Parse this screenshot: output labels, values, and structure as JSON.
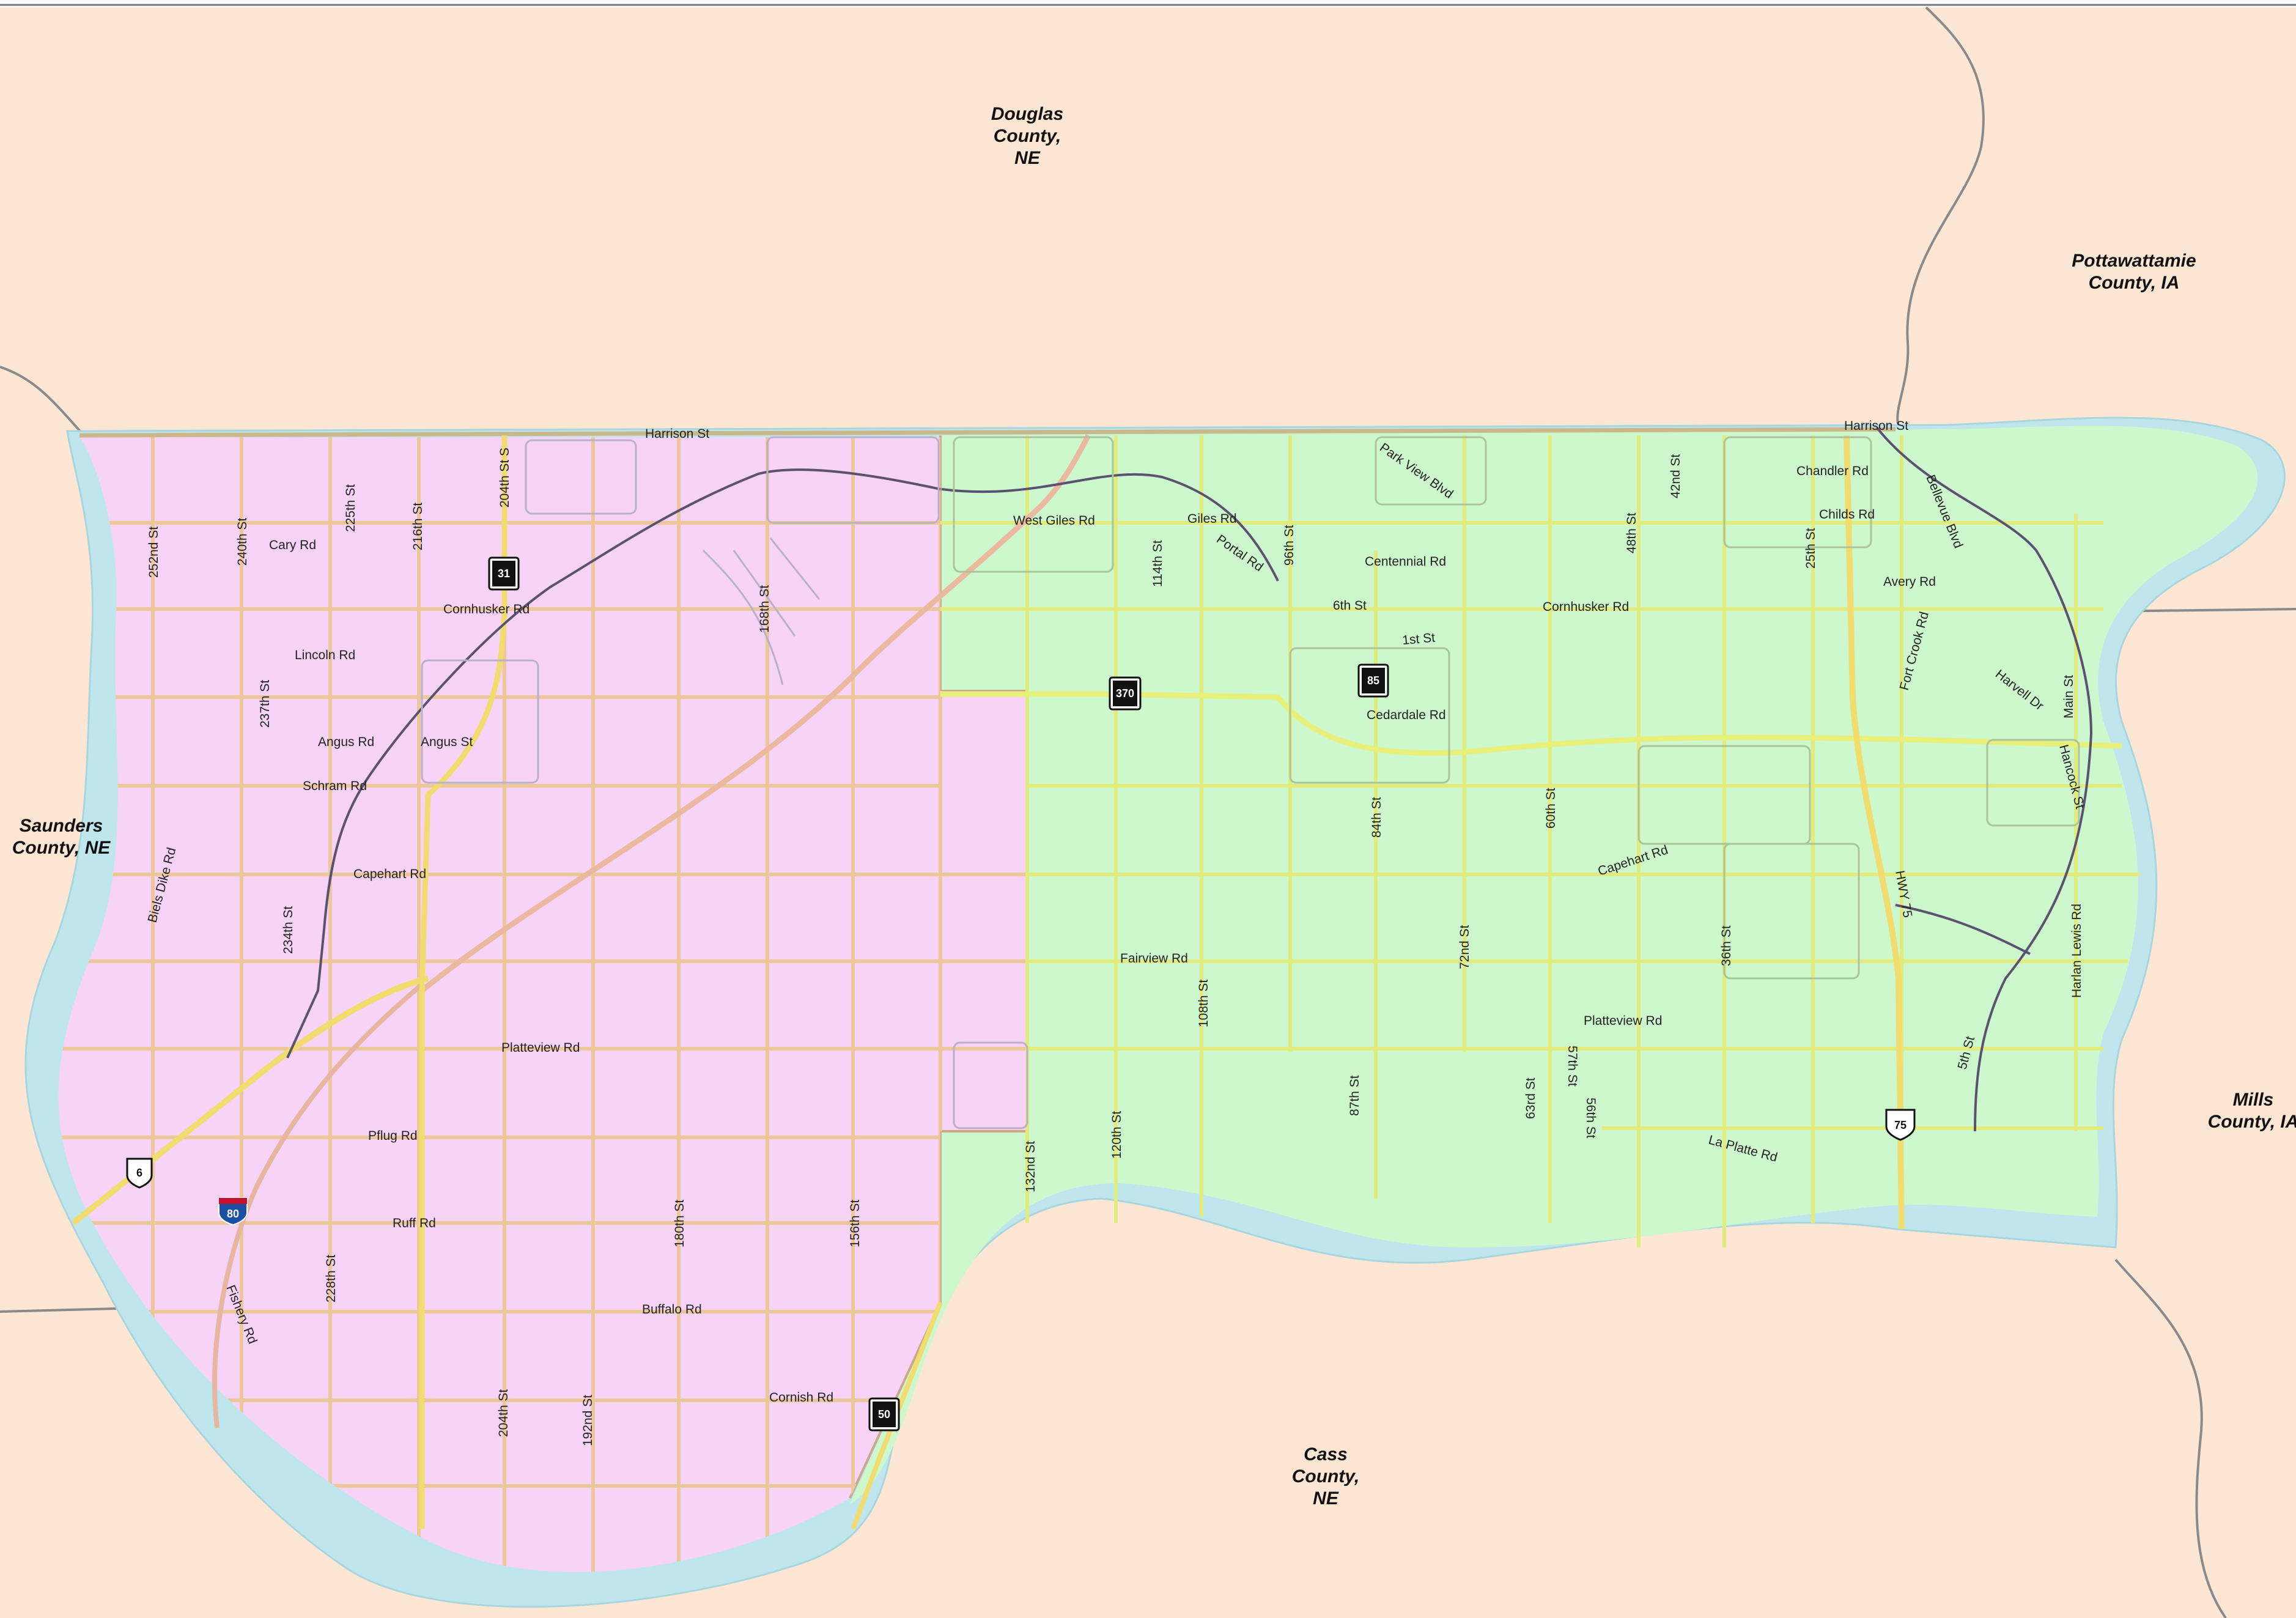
{
  "counties": [
    {
      "id": "douglas",
      "lines": [
        "Douglas",
        "County,",
        "NE"
      ]
    },
    {
      "id": "pottawattamie",
      "lines": [
        "Pottawattamie",
        "County, IA"
      ]
    },
    {
      "id": "saunders",
      "lines": [
        "Saunders",
        "County, NE"
      ]
    },
    {
      "id": "mills",
      "lines": [
        "Mills",
        "County, IA"
      ]
    },
    {
      "id": "cass",
      "lines": [
        "Cass",
        "County,",
        "NE"
      ]
    }
  ],
  "roads_horizontal": [
    "Harrison St",
    "Cary Rd",
    "Cornhusker Rd",
    "Lincoln Rd",
    "Angus Rd",
    "Angus St",
    "Schram Rd",
    "Capehart Rd",
    "Platteview Rd",
    "Pflug Rd",
    "Ruff Rd",
    "Buffalo Rd",
    "Cornish Rd",
    "West Giles Rd",
    "Giles Rd",
    "Centennial Rd",
    "6th St",
    "1st St",
    "Cedardale Rd",
    "Fairview Rd",
    "La Platte Rd",
    "Chandler Rd",
    "Childs Rd",
    "Avery Rd"
  ],
  "roads_vertical": [
    "252nd St",
    "240th St",
    "225th St",
    "216th St",
    "204th St S",
    "168th St",
    "237th St",
    "234th St",
    "228th St",
    "204th St",
    "192nd St",
    "180th St",
    "156th St",
    "132nd St",
    "120th St",
    "108th St",
    "114th St",
    "96th St",
    "87th St",
    "84th St",
    "72nd St",
    "63rd St",
    "60th St",
    "57th St",
    "56th St",
    "48th St",
    "42nd St",
    "36th St",
    "25th St",
    "Main St"
  ],
  "roads_diagonal": [
    "Biels Dike Rd",
    "Fishery Rd",
    "Portal Rd",
    "Park View Blvd",
    "Bellevue Blvd",
    "Fort Crook Rd",
    "Harvell Dr",
    "Hancock St",
    "Harlan Lewis Rd",
    "HWY 75",
    "5th St"
  ],
  "shields": [
    {
      "id": "ne31",
      "number": "31",
      "kind": "state"
    },
    {
      "id": "ne370",
      "number": "370",
      "kind": "state"
    },
    {
      "id": "ne85",
      "number": "85",
      "kind": "state"
    },
    {
      "id": "ne50",
      "number": "50",
      "kind": "state"
    },
    {
      "id": "us6",
      "number": "6",
      "kind": "us"
    },
    {
      "id": "us75",
      "number": "75",
      "kind": "us"
    },
    {
      "id": "i80",
      "number": "80",
      "kind": "interstate"
    }
  ],
  "colors": {
    "outside": "#fde7d4",
    "west_zone": "#f7d3f7",
    "east_zone": "#cdf7cd",
    "river_buffer": "#bfe6ec",
    "road_west": "#ecc79a",
    "road_east": "#e2ec7c",
    "highway": "#f1dc6f",
    "rail": "#5b5270",
    "county_line": "#8a8a8a"
  }
}
